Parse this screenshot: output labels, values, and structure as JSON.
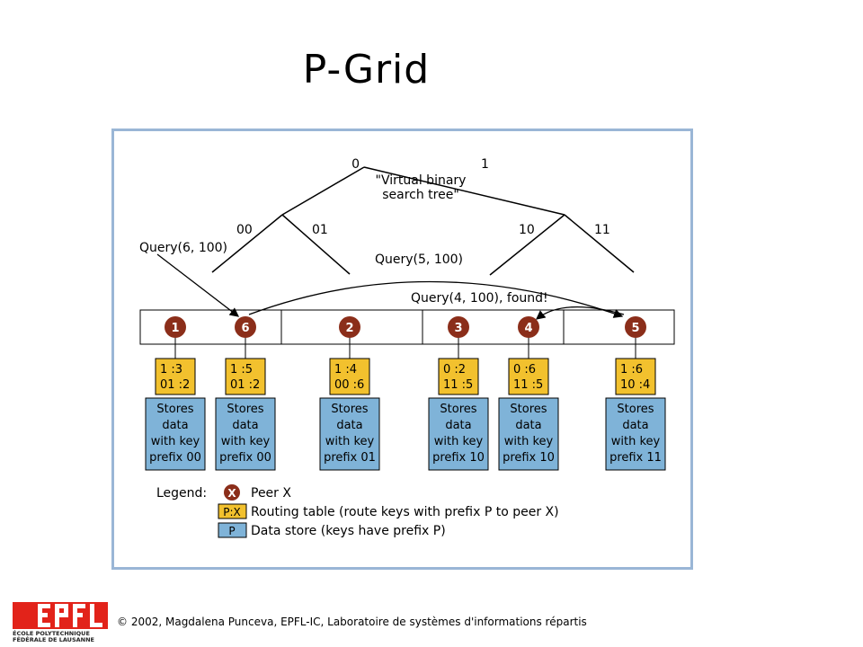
{
  "slide": {
    "title": "P-Grid",
    "footer": "© 2002, Magdalena Punceva, EPFL-IC, Laboratoire de systèmes d'informations répartis"
  },
  "logo": {
    "wordmark": "EPFL",
    "institution_line1": "ÉCOLE POLYTECHNIQUE",
    "institution_line2": "FÉDÉRALE DE LAUSANNE"
  },
  "colors": {
    "peer": "#8b2e1a",
    "routing_table": "#f2c12e",
    "data_store": "#7fb3d8",
    "frame_border": "#9ab6d6",
    "logo_red": "#e2231a"
  },
  "tree": {
    "label_line1": "\"Virtual binary",
    "label_line2": "search tree\"",
    "edge_0": "0",
    "edge_1": "1",
    "edge_00": "00",
    "edge_01": "01",
    "edge_10": "10",
    "edge_11": "11"
  },
  "queries": {
    "q1": "Query(6, 100)",
    "q2": "Query(5, 100)",
    "q3": "Query(4, 100), found!"
  },
  "peers": [
    {
      "id": "1",
      "routing": [
        "1  :3",
        "01 :2"
      ],
      "store": [
        "Stores",
        "data",
        "with key",
        "prefix 00"
      ]
    },
    {
      "id": "6",
      "routing": [
        "1  :5",
        "01 :2"
      ],
      "store": [
        "Stores",
        "data",
        "with key",
        "prefix 00"
      ]
    },
    {
      "id": "2",
      "routing": [
        "1  :4",
        "00 :6"
      ],
      "store": [
        "Stores",
        "data",
        "with key",
        "prefix 01"
      ]
    },
    {
      "id": "3",
      "routing": [
        "0  :2",
        "11 :5"
      ],
      "store": [
        "Stores",
        "data",
        "with key",
        "prefix 10"
      ]
    },
    {
      "id": "4",
      "routing": [
        "0  :6",
        "11 :5"
      ],
      "store": [
        "Stores",
        "data",
        "with key",
        "prefix 10"
      ]
    },
    {
      "id": "5",
      "routing": [
        "1  :6",
        "10 :4"
      ],
      "store": [
        "Stores",
        "data",
        "with key",
        "prefix 11"
      ]
    }
  ],
  "legend": {
    "title": "Legend:",
    "peer_symbol": "X",
    "peer_text": "Peer X",
    "routing_symbol": "P:X",
    "routing_text": "Routing table (route keys with prefix P to peer X)",
    "store_symbol": "P",
    "store_text": "Data store (keys have prefix P)"
  }
}
